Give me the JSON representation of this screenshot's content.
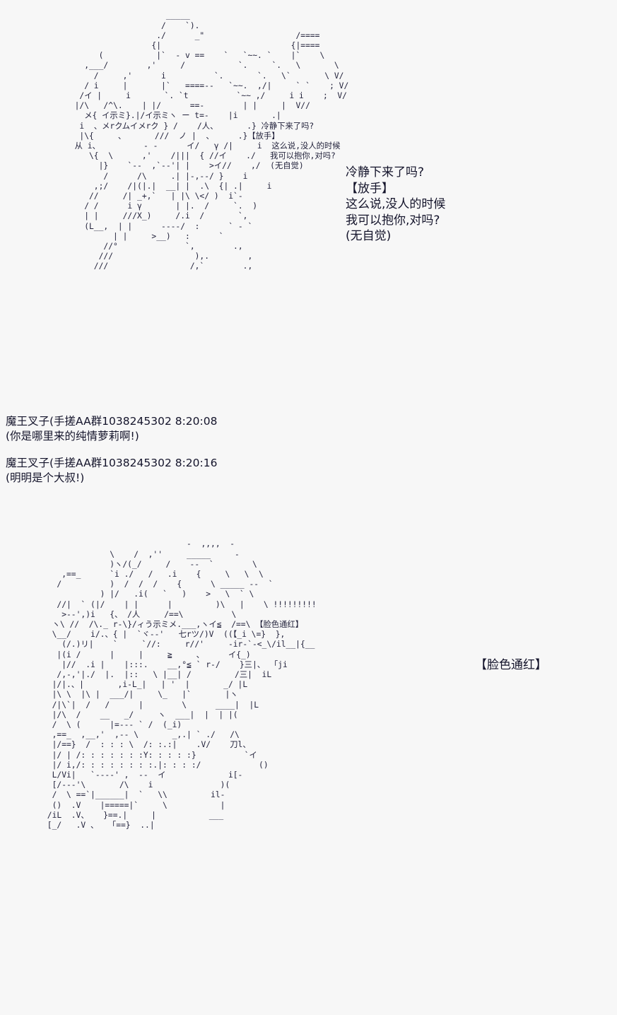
{
  "background_color": "#f7f7f7",
  "text_color": "#14142b",
  "ascii_art": {
    "top_panel": {
      "name": "kneeling-girl-ascii-art",
      "art": "                     _____\n                    /    `).\n                   ./      _\"                   /====\n                  {|                           {|====\n       (           |`  - v ==    `   `~~. `    |`    \\\n    ,___/        ,'     /           `.     `.   \\       \\\n      /     ,'      i          `.       `.   \\`       \\ V/\n    / i     |       |`   ====--   `~~.  ,/|     ` `    ; V/\n   /イ |     i       `. `t          `~~ ,/     i i    ;  V/\n  |/\\   /^\\.    | |/      ==-        | |     |  V//\n    メ{ イ示ミ}.|/イ示ミヽ ー t=-    |i       .|\n   i  、メrクムイメrク } /    /人、      .} 冷静下来了吗?\n   |\\{     、      ///  ノ |  、     .}【放手】\n  从 i、         - -      イ/   γ /|     i  这么说,没人的时候\n     \\{  \\      ,'    /|||  { //イ    ./   我可以抱你,对吗?\n       |}    `--  ,`--'| |    >イ//    ,/  (无自觉)\n        /      /\\     .| |-,--/ }    i\n      ,;/    /|(|.|  __| |  .\\  {| .|     i\n     //     /| _+,`   | |\\ \\</ )  i`-\n    / /      i γ       | |.  /     `.  )\n    | |     ///X_)     /.i  /       `,\n    (L__,  | |      ----/  :      ` - `\n          | |     >__)   :      `\n        //°              `,        .,\n       ///                 ),.        ,\n      ///                 /,`        .,"
    },
    "bottom_panel": {
      "name": "blushing-girl-ascii-art",
      "art": "                              -  ,,,,  -\n              \\    /  ,''     _____     -\n              )ヽ/(_/     /    --  `        \\\n    ,==_      `i ./   /   .i    {     \\   \\  \\\n   /          )  /  /  /    {      \\ _____ --  `\n            ) |/   .i(   `   )    >   \\  ` \\\n   //|  ` (|/    | |      |         )\\   |    \\ !!!!!!!!!\n    >--',)i   {、 /人     /==\\          \\\n  ヽ\\ //  /\\._ r-\\}/ィう示ミメ.___,ヽイ≦  /==\\ 【脸色通红】\n  \\__/    i/.、{ |  `ヾ--'   七rツ/)V  ((【_i \\=}  },\n    (/.)リ|    `     `//:     r//'     -ir-`-<_\\/il__|{__\n   |(i /      |     |     ≧     、     イ{_)\n    |//  .i |    |:::.    __,°≦ ` r-/    }三|、 「ji\n   /,-,'|./  |.  |::   \\ |__| /         /三|  iL\n  |/|.、|       ,i-L_|   | '  |       _/ |L\n  |\\ \\  |\\ |  ___/|     \\_   |`       |ヽ\n  /|\\`|  /   /      |        \\      ____|  |L\n  |/\\  /    __   _/     ヽ  ___|  |  | |(\n  /  \\ (      |=--- ` /  (_i)\n  ,==_  ,__,'  ,-- \\       _,.| ` ./   /\\\n  |/==}  /  : : : \\  /: :.:|    .V/    刀l、\n  |/ | /: : : : : : :Y: : : : :}          `イ\n  |/ i,/: : : : : : : :.|: : : :/            ()\n  L/Vi|   `----' ,  --  イ             i[-\n  [/---'\\       /\\    i              )(\n  /  \\ ==`|______|  `   \\\\         il-\n  ()  .V    |=====|`     \\           |\n /iL  .V、   }==.|     |           ___\n [_/   .V 、  「==}  ..|"
    }
  },
  "speech": {
    "top": "冷静下来了吗?\n【放手】\n这么说,没人的时候\n我可以抱你,对吗?\n(无自觉)",
    "bottom": "【脸色通红】"
  },
  "messages": [
    {
      "header": "魔王叉子(手搓AA群1038245302 8:20:08",
      "body": "(你是哪里来的纯情萝莉啊!)",
      "author": "魔王叉子",
      "group": "手搓AA群1038245302",
      "time": "8:20:08"
    },
    {
      "header": "魔王叉子(手搓AA群1038245302 8:20:16",
      "body": "(明明是个大叔!)",
      "author": "魔王叉子",
      "group": "手搓AA群1038245302",
      "time": "8:20:16"
    }
  ]
}
